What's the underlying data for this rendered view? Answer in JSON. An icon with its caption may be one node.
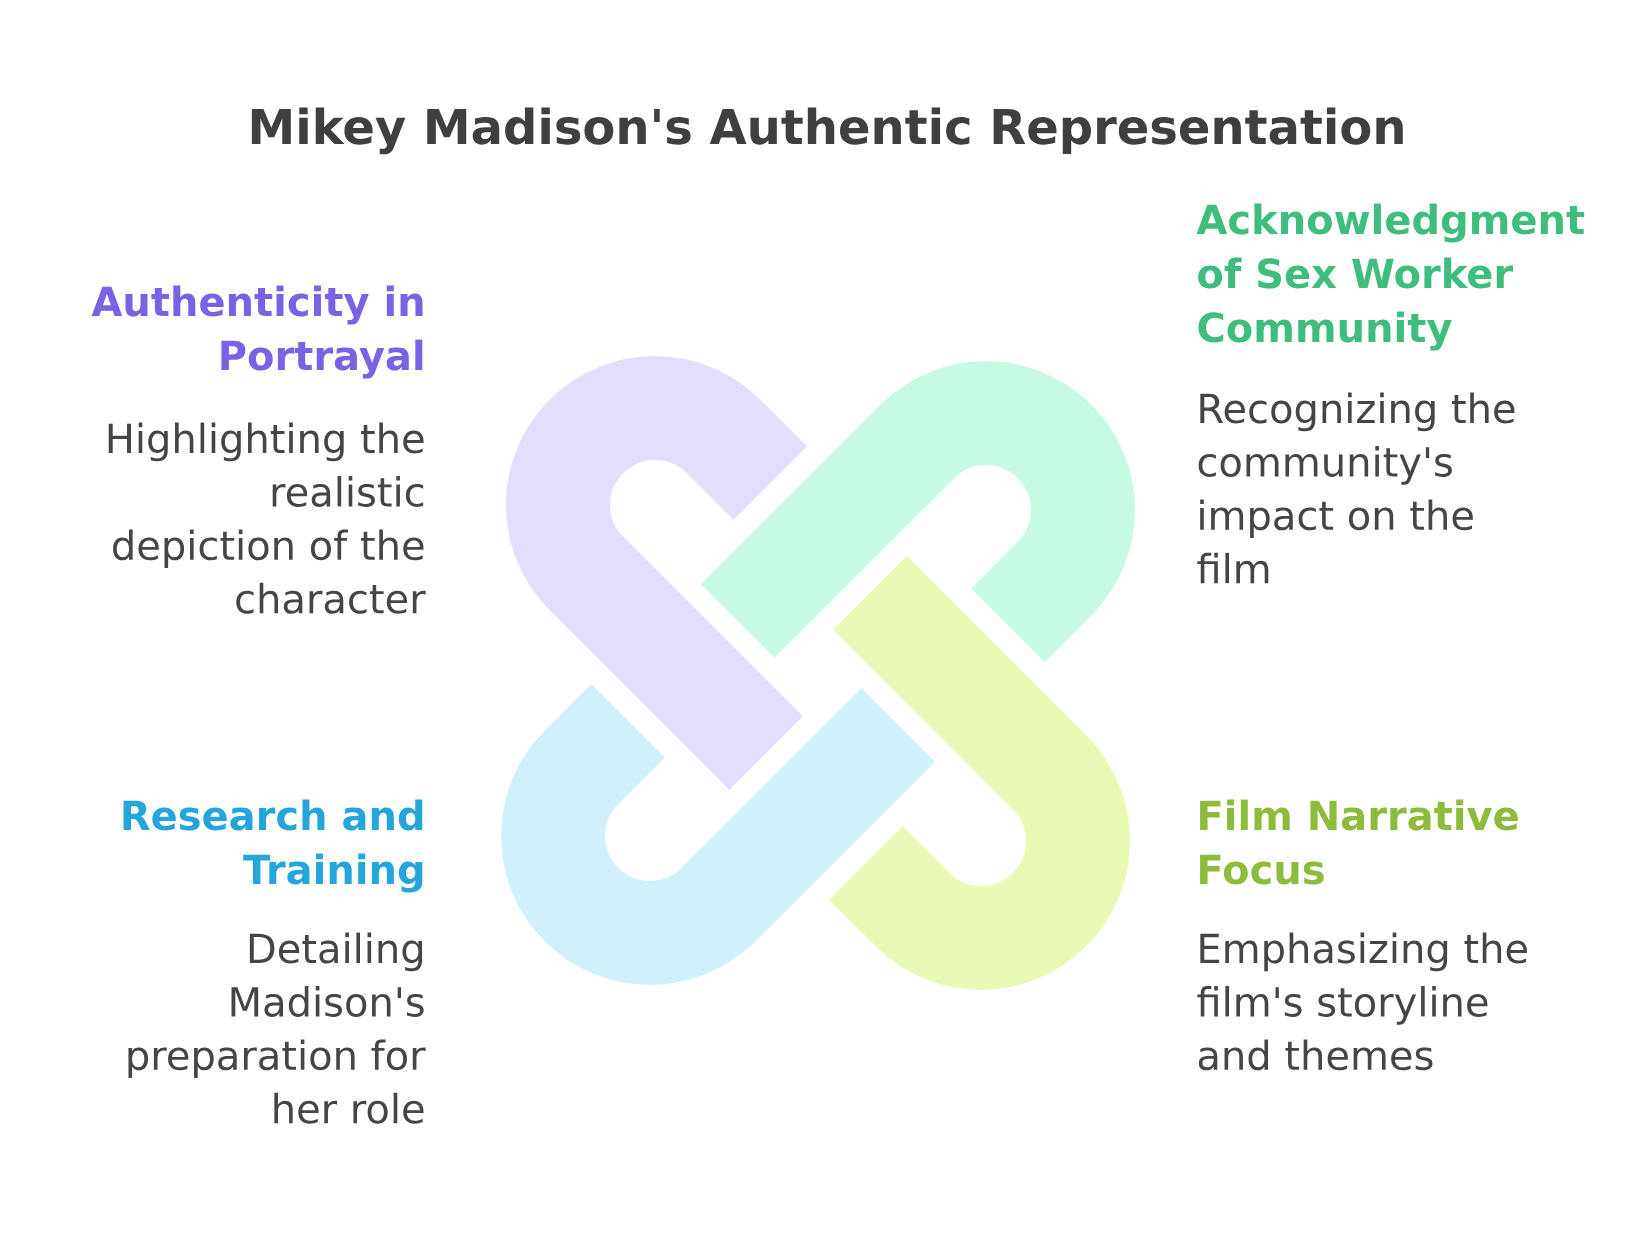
{
  "diagram": {
    "title": "Mikey Madison's Authentic Representation",
    "nodes": [
      {
        "text": [],
        "shape": "loop",
        "beside": [
          "Authenticity in Portrayal",
          "Highlighting the realistic depiction of the character"
        ]
      },
      {
        "text": [],
        "shape": "loop",
        "beside": [
          "Acknowledgment of Sex Worker Community",
          "Recognizing the community's impact on the film"
        ]
      },
      {
        "text": [],
        "shape": "loop",
        "beside": [
          "Research and Training",
          "Detailing Madison's preparation for her role"
        ]
      },
      {
        "text": [],
        "shape": "loop",
        "beside": [
          "Film Narrative Focus",
          "Emphasizing the film's storyline and themes"
        ]
      }
    ]
  }
}
